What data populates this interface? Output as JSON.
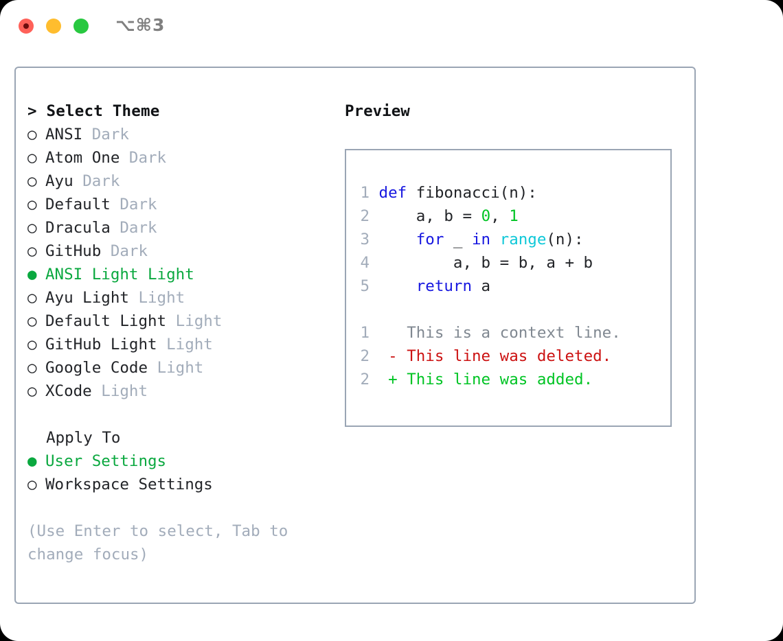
{
  "titlebar": {
    "shortcut": "⌥⌘3",
    "buttons": [
      "close",
      "minimize",
      "zoom"
    ]
  },
  "left": {
    "header": "> Select Theme",
    "themes": [
      {
        "bullet": "○",
        "name": "ANSI",
        "kind": "Dark",
        "selected": false
      },
      {
        "bullet": "○",
        "name": "Atom One",
        "kind": "Dark",
        "selected": false
      },
      {
        "bullet": "○",
        "name": "Ayu",
        "kind": "Dark",
        "selected": false
      },
      {
        "bullet": "○",
        "name": "Default",
        "kind": "Dark",
        "selected": false
      },
      {
        "bullet": "○",
        "name": "Dracula",
        "kind": "Dark",
        "selected": false
      },
      {
        "bullet": "○",
        "name": "GitHub",
        "kind": "Dark",
        "selected": false
      },
      {
        "bullet": "●",
        "name": "ANSI Light",
        "kind": "Light",
        "selected": true
      },
      {
        "bullet": "○",
        "name": "Ayu Light",
        "kind": "Light",
        "selected": false
      },
      {
        "bullet": "○",
        "name": "Default Light",
        "kind": "Light",
        "selected": false
      },
      {
        "bullet": "○",
        "name": "GitHub Light",
        "kind": "Light",
        "selected": false
      },
      {
        "bullet": "○",
        "name": "Google Code",
        "kind": "Light",
        "selected": false
      },
      {
        "bullet": "○",
        "name": "XCode",
        "kind": "Light",
        "selected": false
      }
    ],
    "apply_to_header": "  Apply To",
    "apply_to": [
      {
        "bullet": "●",
        "name": "User Settings",
        "selected": true
      },
      {
        "bullet": "○",
        "name": "Workspace Settings",
        "selected": false
      }
    ],
    "hint": "(Use Enter to select, Tab to change focus)"
  },
  "right": {
    "title": "Preview",
    "code": [
      {
        "n": "1",
        "tokens": [
          {
            "t": "def",
            "c": "kw"
          },
          {
            "t": " fibonacci(n):",
            "c": "plain"
          }
        ]
      },
      {
        "n": "2",
        "tokens": [
          {
            "t": "    a, b = ",
            "c": "plain"
          },
          {
            "t": "0",
            "c": "num"
          },
          {
            "t": ", ",
            "c": "plain"
          },
          {
            "t": "1",
            "c": "num"
          }
        ]
      },
      {
        "n": "3",
        "tokens": [
          {
            "t": "    ",
            "c": "plain"
          },
          {
            "t": "for",
            "c": "kw"
          },
          {
            "t": " _ ",
            "c": "plain"
          },
          {
            "t": "in",
            "c": "kw"
          },
          {
            "t": " ",
            "c": "plain"
          },
          {
            "t": "range",
            "c": "fn"
          },
          {
            "t": "(n):",
            "c": "plain"
          }
        ]
      },
      {
        "n": "4",
        "tokens": [
          {
            "t": "        a, b = b, a + b",
            "c": "plain"
          }
        ]
      },
      {
        "n": "5",
        "tokens": [
          {
            "t": "    ",
            "c": "plain"
          },
          {
            "t": "return",
            "c": "kw"
          },
          {
            "t": " a",
            "c": "plain"
          }
        ]
      }
    ],
    "diff": [
      {
        "n": "1",
        "marker": "  ",
        "text": "This is a context line.",
        "cls": "ctx"
      },
      {
        "n": "2",
        "marker": "- ",
        "text": "This line was deleted.",
        "cls": "del"
      },
      {
        "n": "2",
        "marker": "+ ",
        "text": "This line was added.",
        "cls": "add"
      }
    ]
  },
  "colors": {
    "accent_green": "#0aa83f",
    "muted": "#a2acba",
    "border": "#9aa5b4",
    "keyword_blue": "#1717e0",
    "function_cyan": "#0fc8d8",
    "number_green": "#00c424",
    "diff_deleted": "#cc1212",
    "diff_added": "#00c424",
    "traffic_red": "#ff6159",
    "traffic_yellow": "#ffbd2e",
    "traffic_green": "#28c840"
  }
}
